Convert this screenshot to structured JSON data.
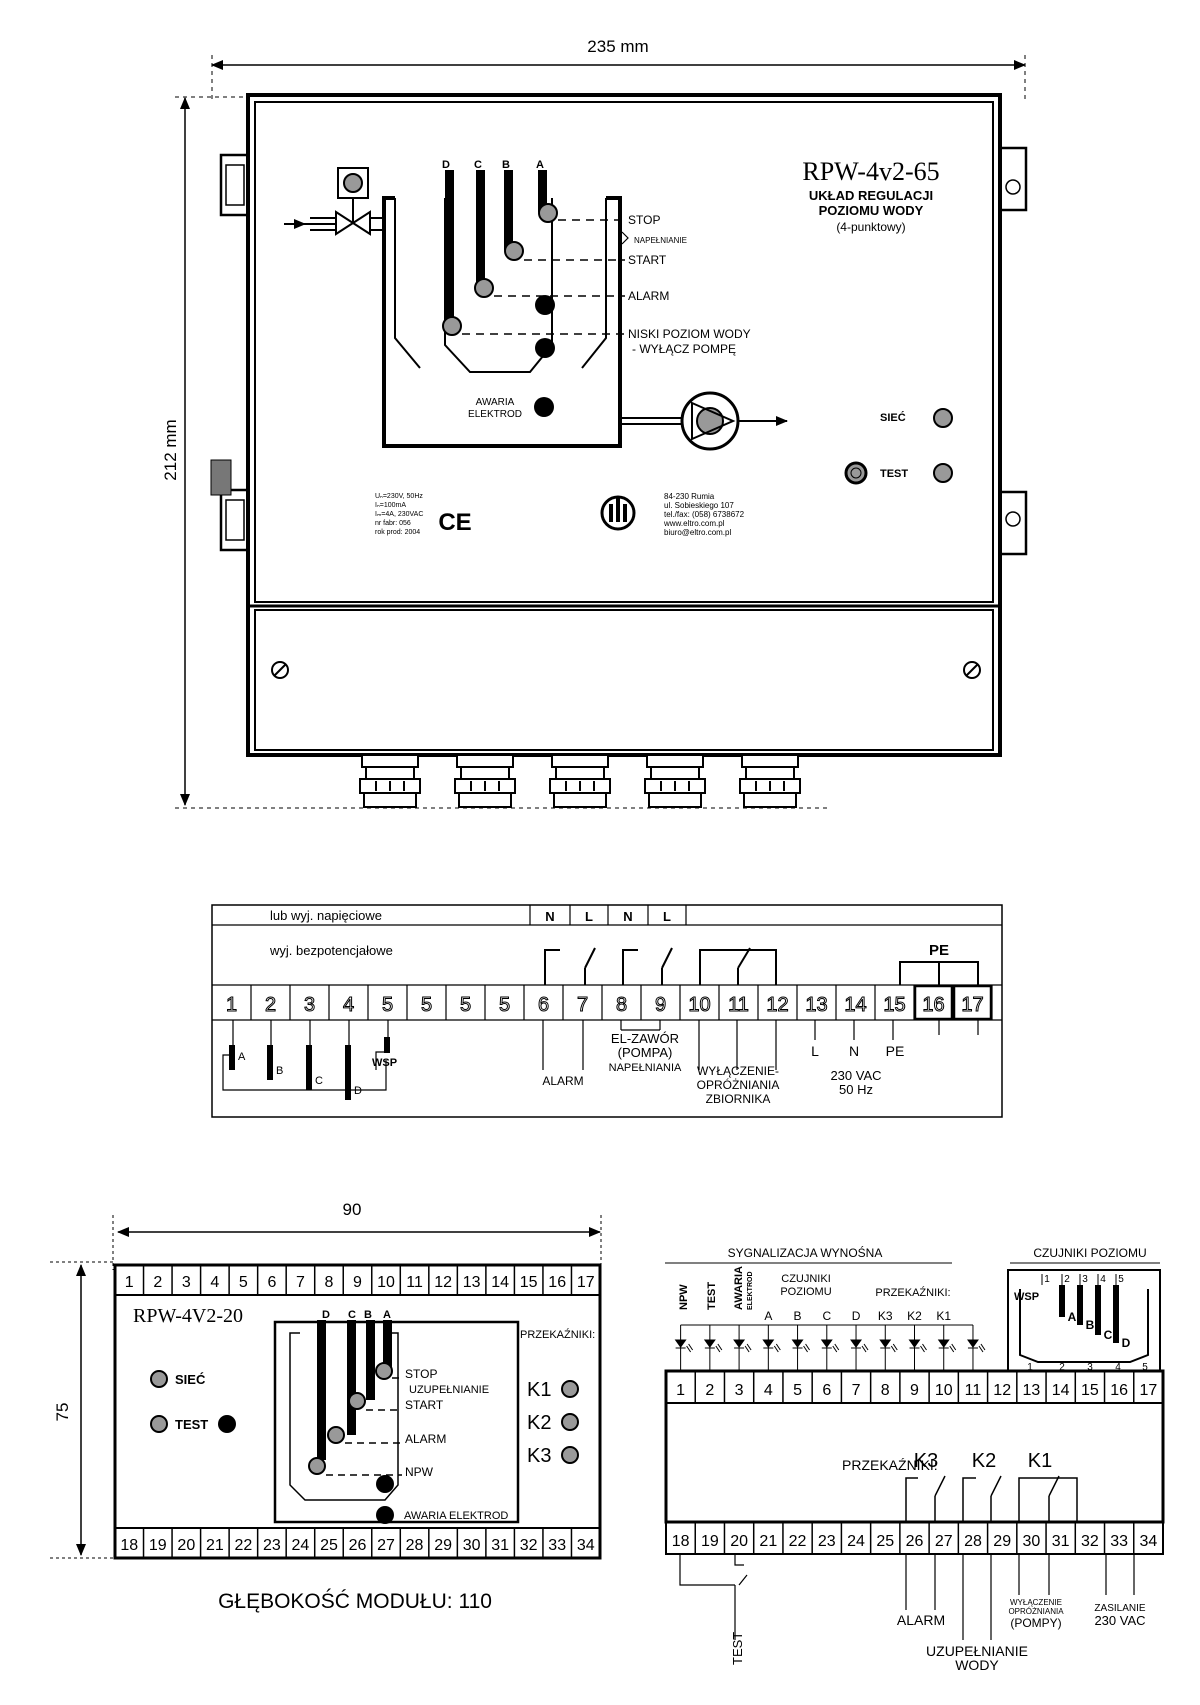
{
  "top": {
    "dim_width": "235 mm",
    "dim_height": "212 mm",
    "model": "RPW-4v2-65",
    "subtitle": [
      "UKŁAD REGULACJI",
      "POZIOMU WODY",
      "(4-punktowy)"
    ],
    "electrode_letters": [
      "D",
      "C",
      "B",
      "A"
    ],
    "level_labels": {
      "stop": "STOP",
      "fill": "NAPEŁNIANIE",
      "start": "START",
      "alarm": "ALARM",
      "low1": "NISKI POZIOM WODY",
      "low2": "- WYŁĄCZ POMPĘ"
    },
    "awaria": [
      "AWARIA",
      "ELEKTROD"
    ],
    "siec": "SIEĆ",
    "test": "TEST",
    "specs": [
      "Uₙ=230V, 50Hz",
      "Iₙ=100mA",
      "Iₘ=4A, 230VAC",
      "nr fabr: 056",
      "rok prod: 2004"
    ],
    "ce": "CE",
    "address": [
      "84-230 Rumia",
      "ul. Sobieskiego 107",
      "tel./fax: (058) 6738672",
      "www.eltro.com.pl",
      "biuro@eltro.com.pl"
    ]
  },
  "terminal": {
    "voltage_label": "lub wyj. napięciowe",
    "potential_free_label": "wyj. bezpotencjałowe",
    "nl": [
      "N",
      "L",
      "N",
      "L"
    ],
    "pe": "PE",
    "numbers": [
      "1",
      "2",
      "3",
      "4",
      "5",
      "5",
      "5",
      "5",
      "6",
      "7",
      "8",
      "9",
      "10",
      "11",
      "12",
      "13",
      "14",
      "15",
      "16",
      "17"
    ],
    "electrode_letters": [
      "A",
      "B",
      "C",
      "D"
    ],
    "wsp": "WSP",
    "alarm": "ALARM",
    "valve": [
      "EL-ZAWÓR",
      "(POMPA)",
      "NAPEŁNIANIA"
    ],
    "drain": [
      "WYŁĄCZENIE-",
      "OPRÓŻNIANIA",
      "ZBIORNIKA"
    ],
    "l": "L",
    "n": "N",
    "pe_bottom": "PE",
    "supply": [
      "230 VAC",
      "50 Hz"
    ]
  },
  "module": {
    "dim_width": "90",
    "dim_height": "75",
    "model": "RPW-4V2-20",
    "top_terminals": [
      "1",
      "2",
      "3",
      "4",
      "5",
      "6",
      "7",
      "8",
      "9",
      "10",
      "11",
      "12",
      "13",
      "14",
      "15",
      "16",
      "17"
    ],
    "bottom_terminals": [
      "18",
      "19",
      "20",
      "21",
      "22",
      "23",
      "24",
      "25",
      "26",
      "27",
      "28",
      "29",
      "30",
      "31",
      "32",
      "33",
      "34"
    ],
    "siec": "SIEĆ",
    "test": "TEST",
    "electrode_letters": [
      "D",
      "C",
      "B",
      "A"
    ],
    "levels": {
      "stop": "STOP",
      "fill": "UZUPEŁNIANIE",
      "start": "START",
      "alarm": "ALARM",
      "npw": "NPW"
    },
    "awaria": "AWARIA ELEKTROD",
    "relays_label": "PRZEKAŹNIKI:",
    "relays": [
      "K1",
      "K2",
      "K3"
    ],
    "depth": "GŁĘBOKOŚĆ MODUŁU: 110"
  },
  "wiring": {
    "sygnal": "SYGNALIZACJA  WYNOŚNA",
    "czujniki_top": "CZUJNIKI POZIOMU",
    "signal_labels": [
      "NPW",
      "TEST",
      "AWARIA",
      "ELEKTROD"
    ],
    "czujniki": [
      "CZUJNIKI",
      "POZIOMU"
    ],
    "przek": "PRZEKAŹNIKI:",
    "letters": [
      "A",
      "B",
      "C",
      "D",
      "K3",
      "K2",
      "K1"
    ],
    "wsp": "WSP",
    "probe_top_nums": [
      "1",
      "2",
      "3",
      "4",
      "5"
    ],
    "probe_letters": [
      "A",
      "B",
      "C",
      "D"
    ],
    "probe_bottom_nums": [
      "1",
      "2",
      "3",
      "4",
      "5"
    ],
    "top_terminals": [
      "1",
      "2",
      "3",
      "4",
      "5",
      "6",
      "7",
      "8",
      "9",
      "10",
      "11",
      "12",
      "13",
      "14",
      "15",
      "16",
      "17"
    ],
    "bottom_terminals": [
      "18",
      "19",
      "20",
      "21",
      "22",
      "23",
      "24",
      "25",
      "26",
      "27",
      "28",
      "29",
      "30",
      "31",
      "32",
      "33",
      "34"
    ],
    "relay_title": "PRZEKAŹNIKI:",
    "relays": [
      "K3",
      "K2",
      "K1"
    ],
    "test": "TEST",
    "alarm": "ALARM",
    "uzup": [
      "UZUPEŁNIANIE",
      "WODY"
    ],
    "wyl": [
      "WYŁĄCZENIE",
      "OPRÓŻNIANIA",
      "(POMPY)"
    ],
    "zasil": [
      "ZASILANIE",
      "230 VAC"
    ]
  }
}
